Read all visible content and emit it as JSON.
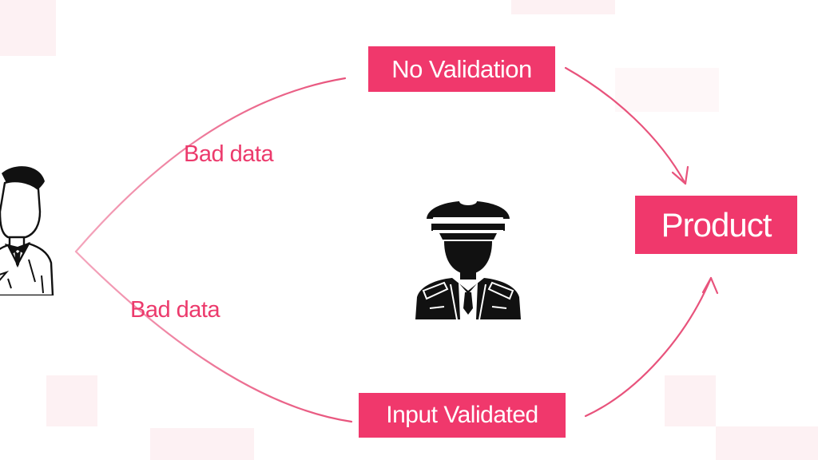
{
  "diagram": {
    "top_box": "No Validation",
    "bottom_box": "Input Validated",
    "target_box": "Product",
    "edge_label_top": "Bad data",
    "edge_label_bottom": "Bad data"
  },
  "icons": {
    "user": "person-icon",
    "guard": "officer-icon"
  },
  "colors": {
    "accent": "#f0386c",
    "arrow": "#e8537c",
    "arrow_light": "#f4a6bd",
    "background_square": "#fdf1f3"
  }
}
